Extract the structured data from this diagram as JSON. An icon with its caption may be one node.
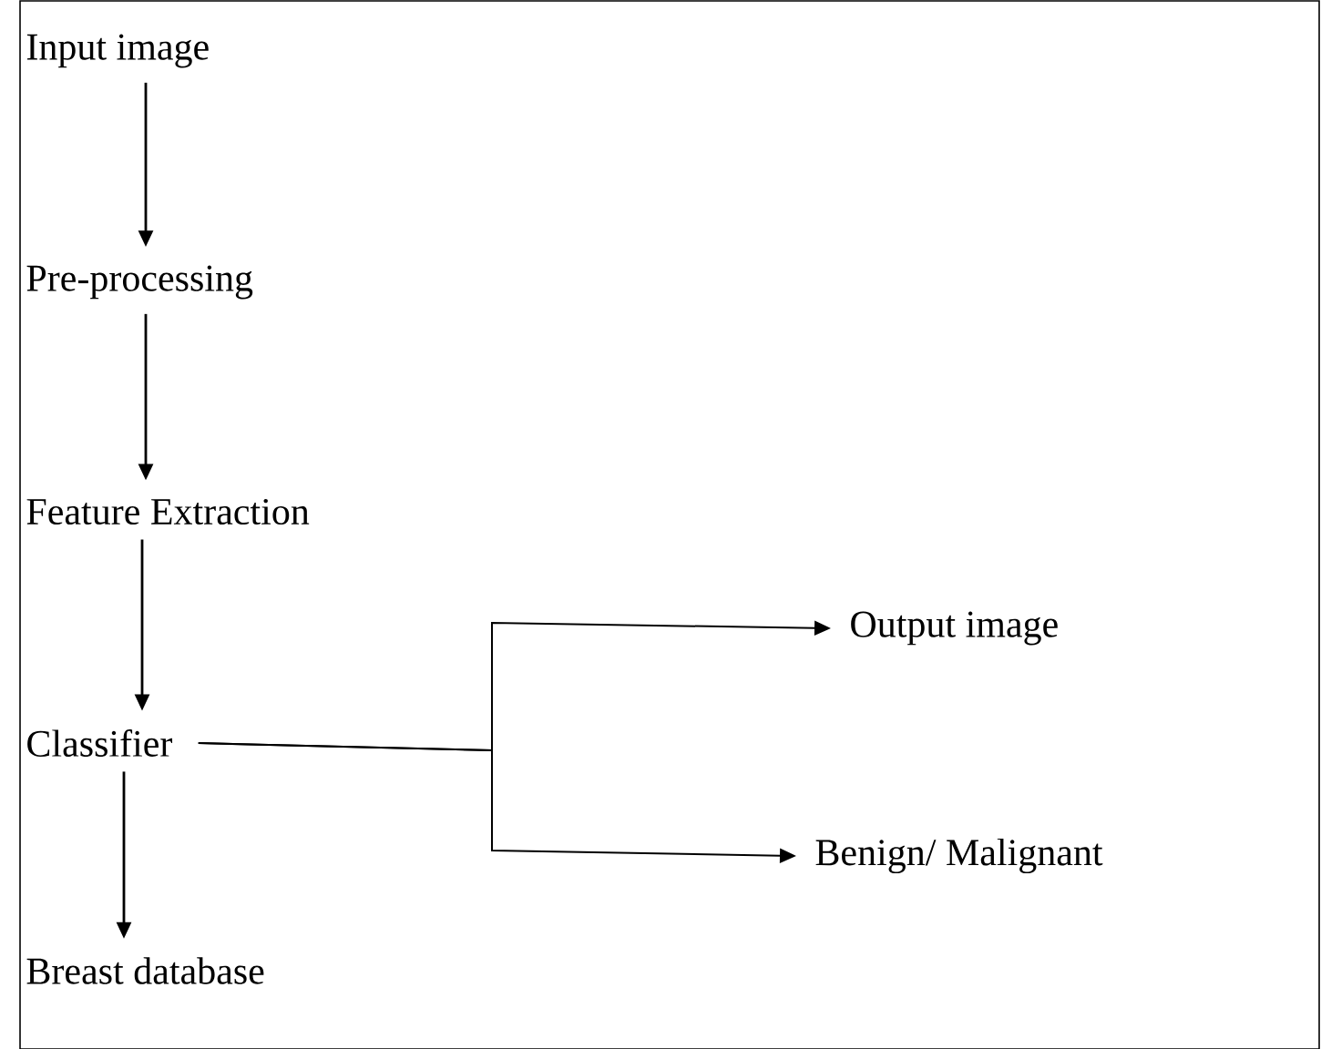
{
  "diagram": {
    "nodes": [
      {
        "text": [
          "Input image"
        ]
      },
      {
        "text": [
          "Pre-processing"
        ]
      },
      {
        "text": [
          "Feature Extraction"
        ]
      },
      {
        "text": [
          "Classifier"
        ]
      },
      {
        "text": [
          "Breast database"
        ]
      },
      {
        "text": [
          "Output image"
        ]
      },
      {
        "text": [
          "Benign/ Malignant"
        ]
      }
    ],
    "edges": [
      {
        "from": 0,
        "to": 1,
        "arrow": "to"
      },
      {
        "from": 1,
        "to": 2,
        "arrow": "to"
      },
      {
        "from": 2,
        "to": 3,
        "arrow": "to"
      },
      {
        "from": 3,
        "to": 4,
        "arrow": "to"
      },
      {
        "from": 3,
        "to": 5,
        "arrow": "to"
      },
      {
        "from": 3,
        "to": 6,
        "arrow": "to"
      }
    ]
  }
}
